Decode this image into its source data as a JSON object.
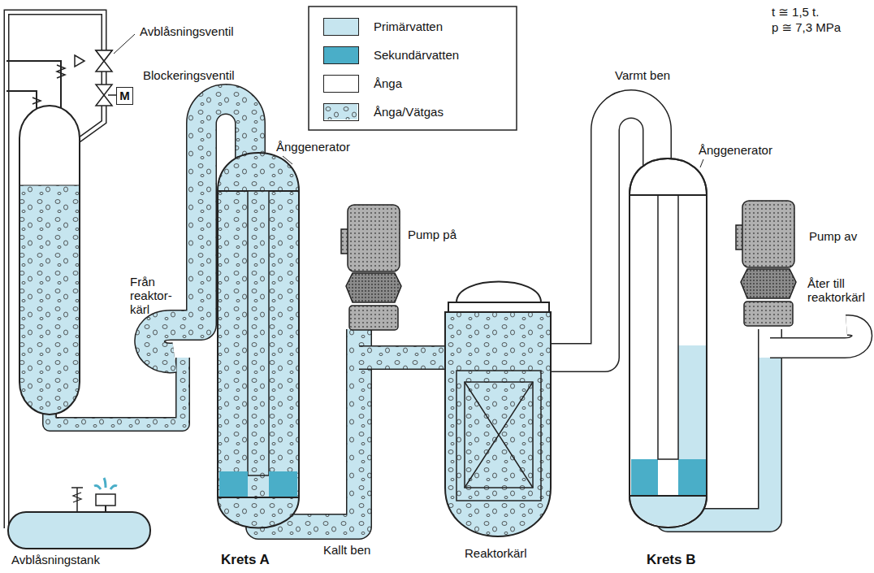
{
  "diagram": {
    "nodes": [
      {
        "text": [
          "M"
        ]
      }
    ],
    "labels": [
      "t ≅ 1,5 t.",
      "p ≅ 7,3 MPa",
      "Avblåsningsventil",
      "Blockeringsventil",
      "Varmt ben",
      "Ånggenerator",
      "Ånggenerator",
      "Pump på",
      "Pump av",
      "Från reaktor- kärl",
      "Åter till reaktorkärl",
      "Reaktorkärl",
      "Kallt ben",
      "Krets A",
      "Krets B",
      "Avblåsningstank"
    ],
    "legend": [
      {
        "text": "Primärvatten",
        "color": "#c6e5ef"
      },
      {
        "text": "Sekundärvatten",
        "color": "#4aaec8"
      },
      {
        "text": "Ånga",
        "color": "#ffffff"
      },
      {
        "text": "Ånga/Vätgas"
      }
    ]
  }
}
